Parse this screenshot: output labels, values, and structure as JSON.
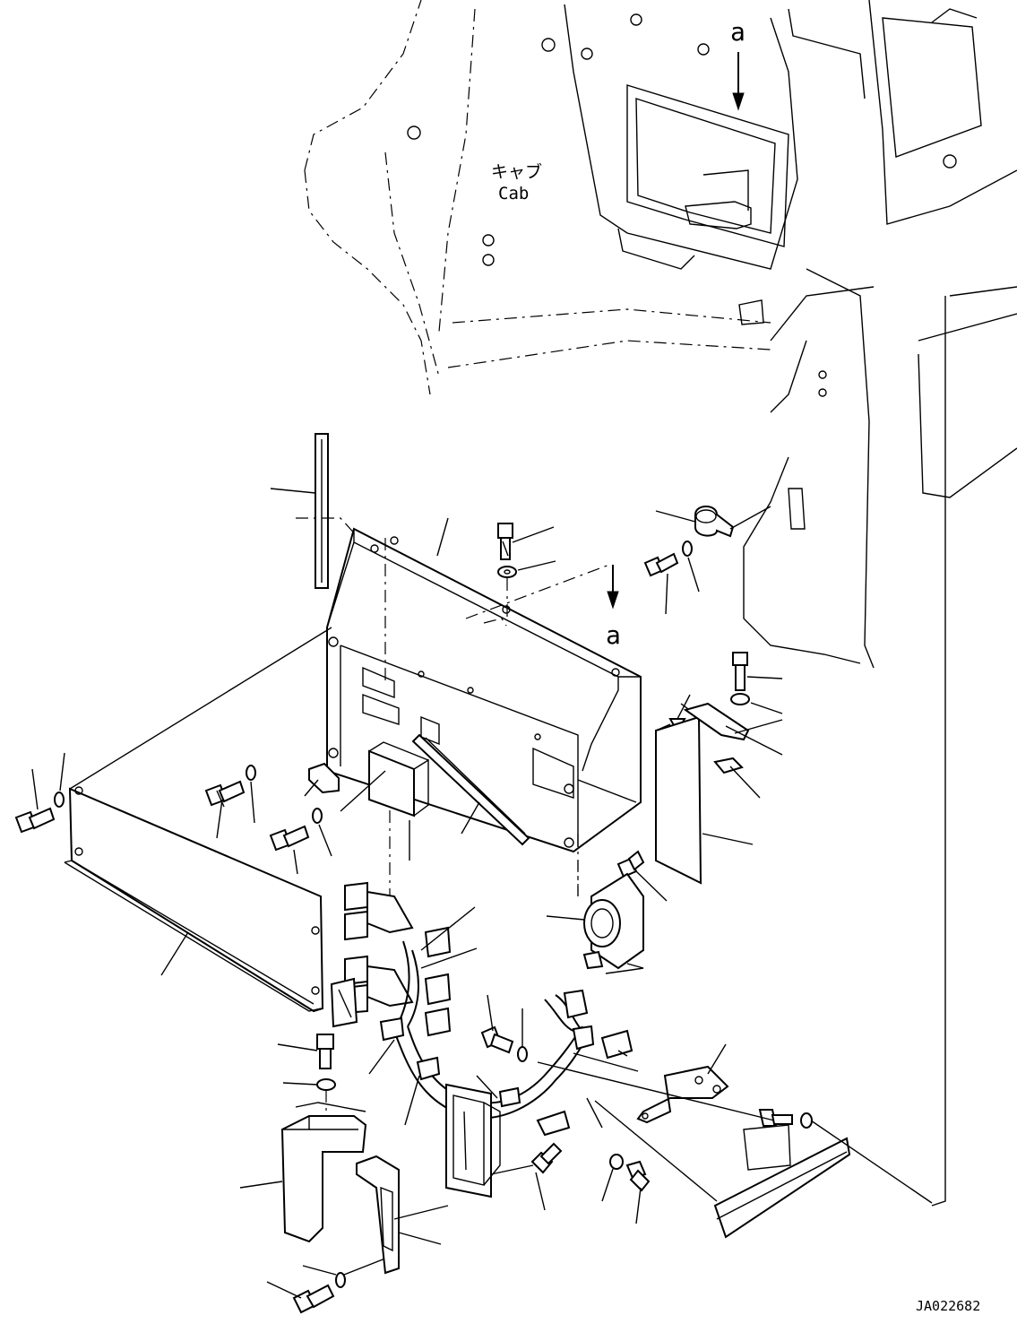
{
  "labels": {
    "cab_jp": "キャブ",
    "cab_en": "Cab",
    "view_mark_top": "a",
    "view_mark_bottom": "a",
    "drawing_number": "JA022682"
  }
}
